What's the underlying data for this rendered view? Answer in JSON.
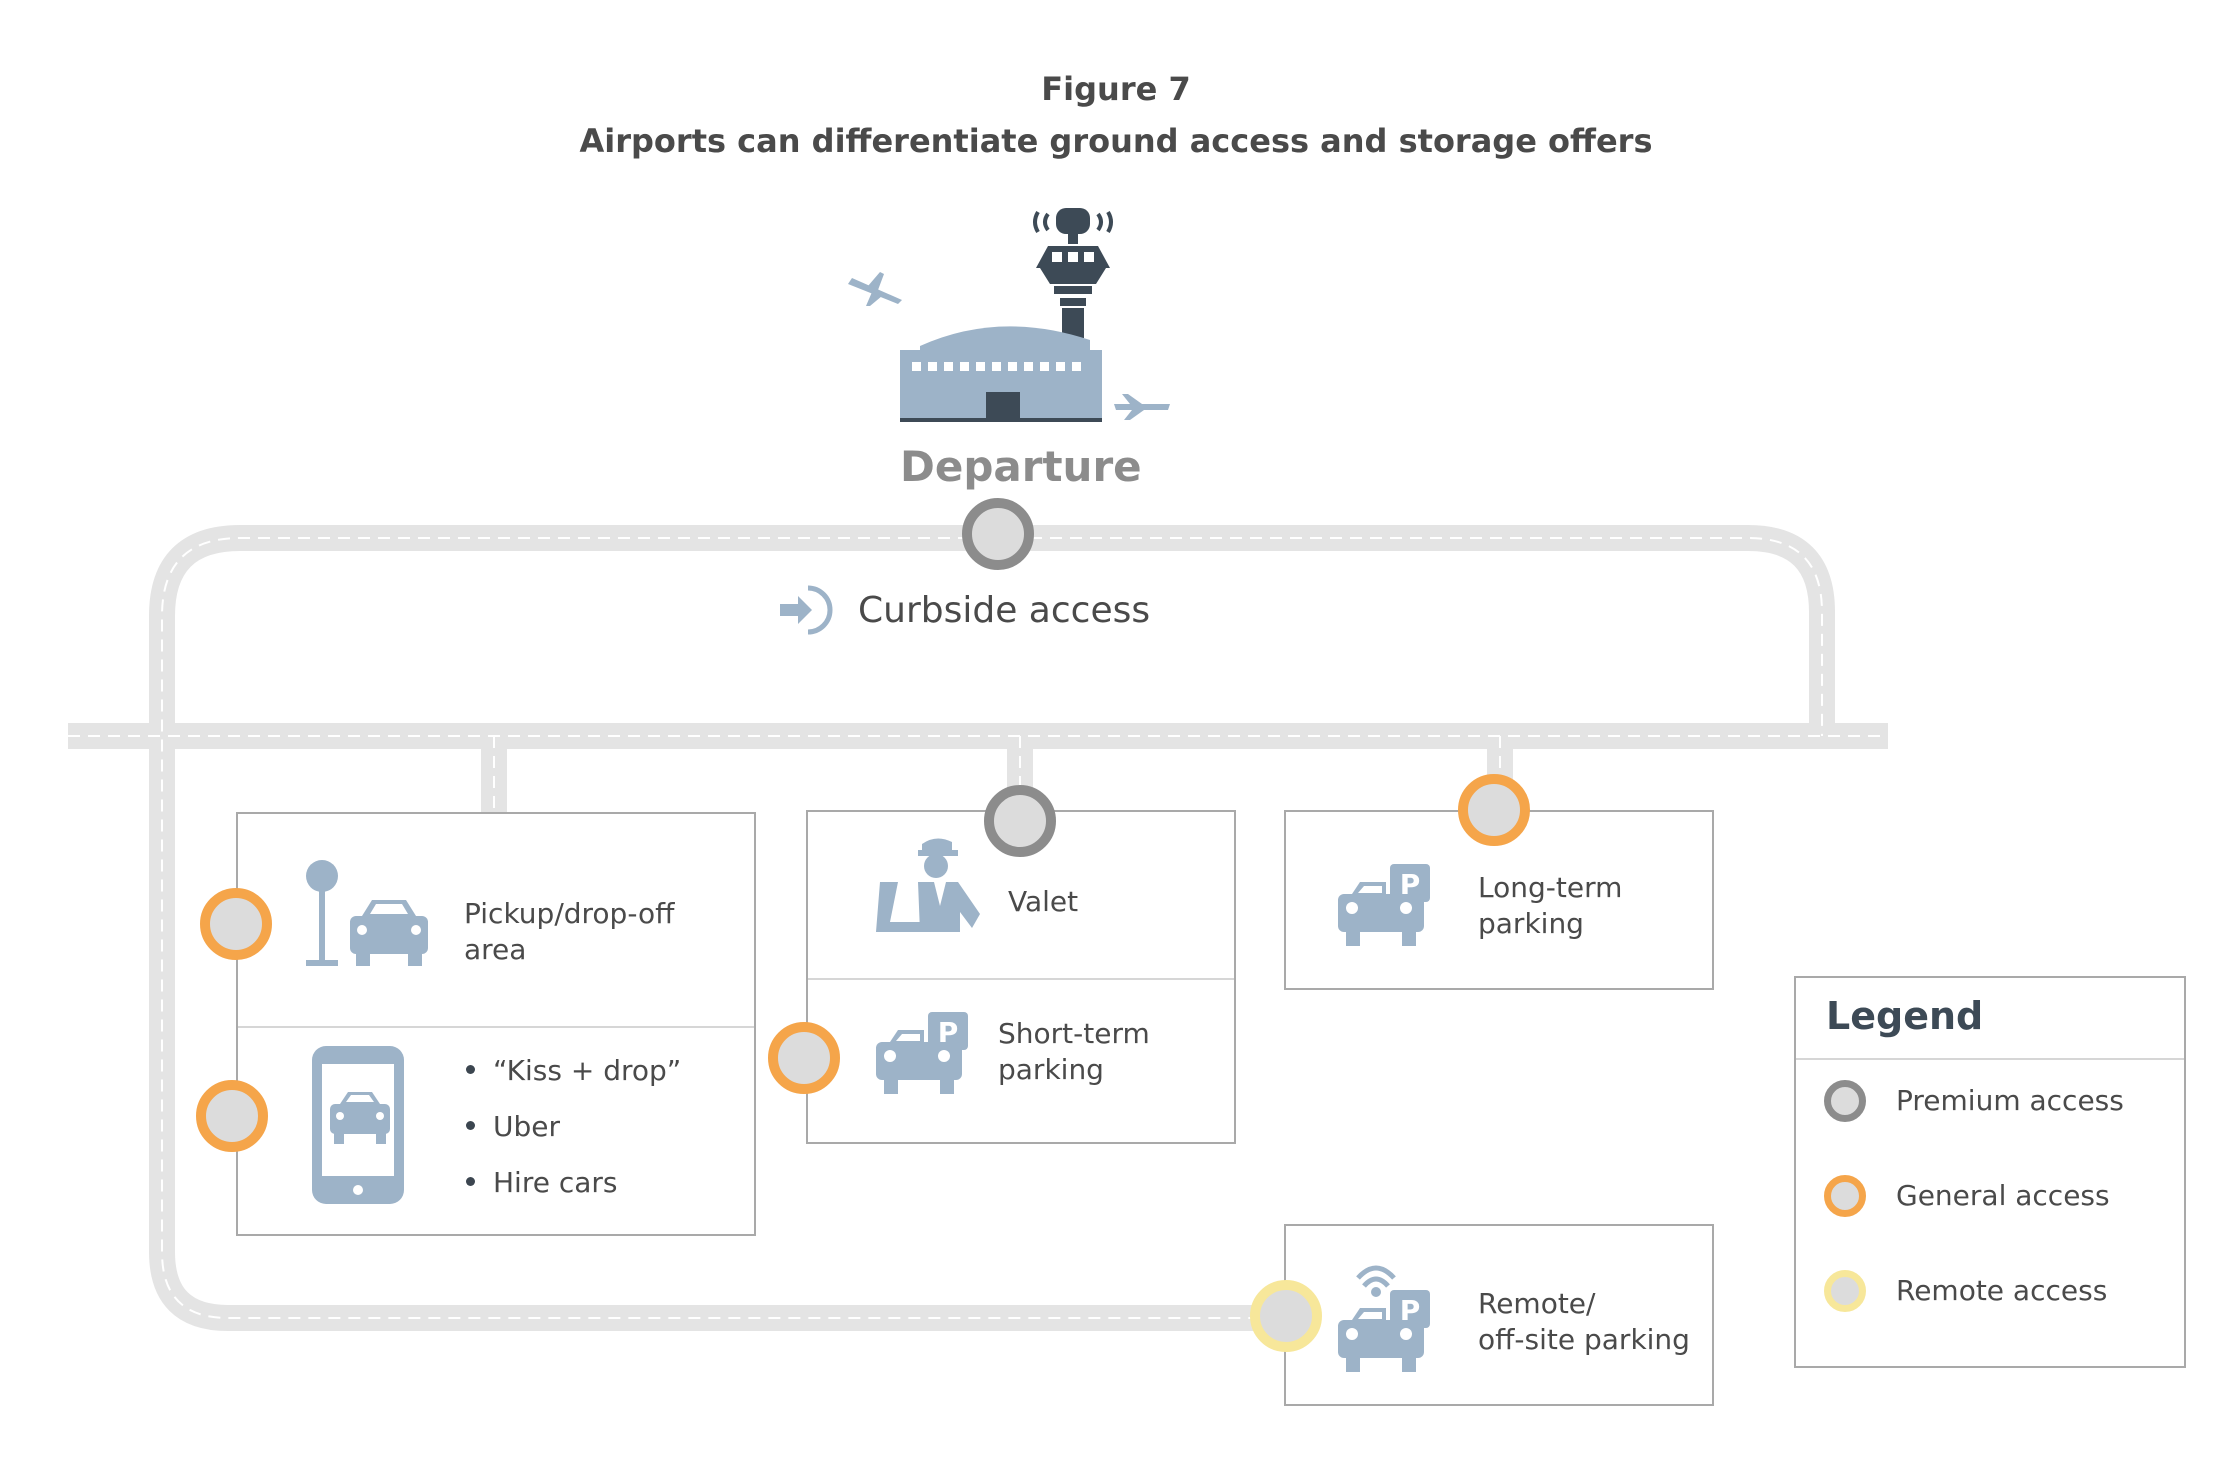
{
  "figure": {
    "label": "Figure 7",
    "title": "Airports can differentiate ground access and storage offers"
  },
  "terminal": {
    "label": "Departure",
    "icons": [
      "control-tower-icon",
      "terminal-building-icon",
      "airplane-icon",
      "airplane-icon"
    ]
  },
  "curbside": {
    "label": "Curbside access",
    "access": "premium",
    "icon": "enter-arrow-icon"
  },
  "services": {
    "pickup": {
      "label_line1": "Pickup/drop-off",
      "label_line2": "area",
      "access": "general",
      "icon": "bus-stop-car-icon"
    },
    "kiss": {
      "items": [
        "“Kiss + drop”",
        "Uber",
        "Hire cars"
      ],
      "access": "general",
      "icon": "smartphone-car-icon"
    },
    "valet": {
      "label": "Valet",
      "access": "premium",
      "icon": "valet-attendant-icon"
    },
    "short_term": {
      "label_line1": "Short-term",
      "label_line2": "parking",
      "access": "general",
      "icon": "car-parking-icon"
    },
    "long_term": {
      "label_line1": "Long-term",
      "label_line2": "parking",
      "access": "general",
      "icon": "car-parking-icon"
    },
    "remote": {
      "label_line1": "Remote/",
      "label_line2": "off-site parking",
      "access": "remote",
      "icon": "car-parking-wifi-icon"
    }
  },
  "legend": {
    "title": "Legend",
    "items": [
      {
        "label": "Premium access",
        "color": "#8c8c8c"
      },
      {
        "label": "General access",
        "color": "#f5a54a"
      },
      {
        "label": "Remote access",
        "color": "#f7e79a"
      }
    ]
  },
  "colors": {
    "road": "#e4e4e4",
    "icon": "#9db3c8",
    "icon_dark": "#3d4a56",
    "premium": "#8c8c8c",
    "general": "#f5a54a",
    "remote": "#f7e79a"
  }
}
